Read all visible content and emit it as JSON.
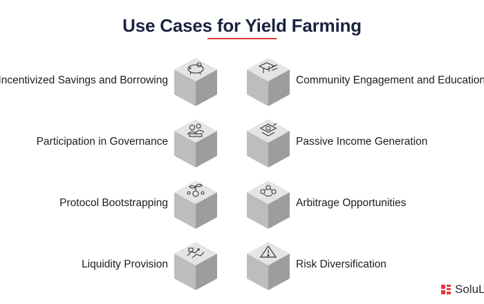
{
  "title": "Use Cases for Yield Farming",
  "accent_color": "#e0393e",
  "cube_colors": {
    "top": "#e4e4e4",
    "left": "#bdbdbd",
    "right": "#9d9d9d"
  },
  "left_items": [
    {
      "label": "Incentivized Savings and Borrowing",
      "icon": "piggy-bank-icon"
    },
    {
      "label": "Participation in Governance",
      "icon": "governance-icon"
    },
    {
      "label": "Protocol Bootstrapping",
      "icon": "plant-growth-icon"
    },
    {
      "label": "Liquidity Provision",
      "icon": "hand-exchange-icon"
    }
  ],
  "right_items": [
    {
      "label": "Community Engagement and Education",
      "icon": "education-icon"
    },
    {
      "label": "Passive Income Generation",
      "icon": "income-icon"
    },
    {
      "label": "Arbitrage Opportunities",
      "icon": "arbitrage-icon"
    },
    {
      "label": "Risk Diversification",
      "icon": "warning-icon"
    }
  ],
  "brand": {
    "name": "SoluLab",
    "color": "#e0393e"
  }
}
